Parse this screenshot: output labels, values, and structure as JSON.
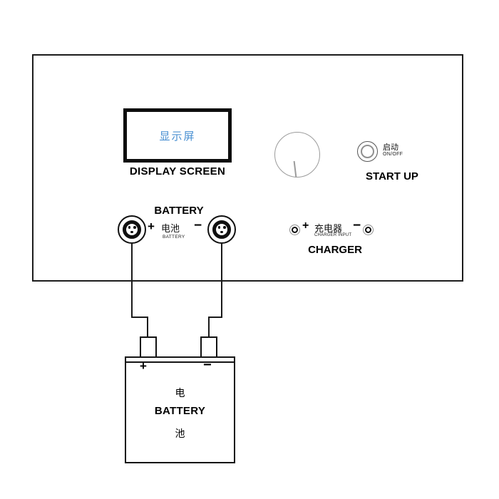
{
  "panel": {
    "display": {
      "screen_text": "显示屏",
      "label": "DISPLAY SCREEN"
    },
    "startup": {
      "cn_label": "启动",
      "onoff": "ON/OFF",
      "label": "START UP"
    },
    "battery_ports": {
      "title": "BATTERY",
      "plus": "+",
      "minus": "−",
      "cn_label": "电池",
      "en_small": "BATTERY"
    },
    "charger": {
      "plus": "+",
      "minus": "−",
      "cn_label": "充电器",
      "en_small": "CHARGER INPUT",
      "title": "CHARGER"
    }
  },
  "battery": {
    "plus": "+",
    "minus": "−",
    "line1": "电",
    "line2": "BATTERY",
    "line3": "池"
  },
  "colors": {
    "screen_text": "#4a90d2",
    "line": "#1a1a1a"
  }
}
